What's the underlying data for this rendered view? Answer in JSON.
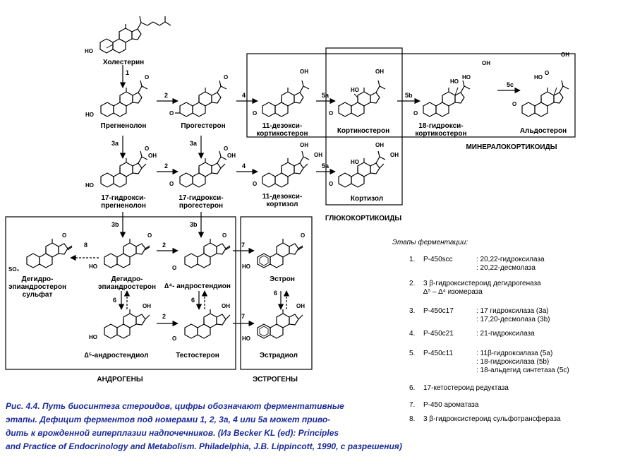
{
  "compounds": {
    "cholesterol": "Холестерин",
    "pregnenolone": "Прегненолон",
    "progesterone": "Прогестерон",
    "deoxycorticosterone": [
      "11-дезокси-",
      "кортикостерон"
    ],
    "corticosterone": "Кортикостерон",
    "hydroxycorticosterone18": [
      "18-гидрокси-",
      "кортикостерон"
    ],
    "aldosterone": "Альдостерон",
    "hydroxypregnenolone17": [
      "17-гидрокси-",
      "прегненолон"
    ],
    "hydroxyprogesterone17": [
      "17-гидрокси-",
      "прогестерон"
    ],
    "deoxycortisol": [
      "11-дезокси-",
      "кортизол"
    ],
    "cortisol": "Кортизол",
    "dheas": [
      "Дегидро-",
      "эпиандростерон",
      "сульфат"
    ],
    "dhea": [
      "Дегидро-",
      "эпиандростерон"
    ],
    "androstenedione": "∆⁴- андростендион",
    "estrone": "Эстрон",
    "androstenediol": "∆⁵-андростендиол",
    "testosterone": "Тестостерон",
    "estradiol": "Эстрадиол"
  },
  "groups": {
    "mineralocorticoids": "МИНЕРАЛОКОРТИКОИДЫ",
    "glucocorticoids": "ГЛЮКОКОРТИКОИДЫ",
    "androgens": "АНДРОГЕНЫ",
    "estrogens": "ЭСТРОГЕНЫ"
  },
  "steps": {
    "s1": "1",
    "s2": "2",
    "s3a": "3a",
    "s3b": "3b",
    "s4": "4",
    "s5a": "5a",
    "s5b": "5b",
    "s5c": "5c",
    "s6": "6",
    "s7": "7",
    "s8": "8"
  },
  "atoms": {
    "ho": "HO",
    "o": "O",
    "oh": "OH",
    "so3": "SO₃"
  },
  "legend": {
    "title": "Этапы ферментации:",
    "items": [
      {
        "n": "1.",
        "enzyme": "P-450scc",
        "lines": [
          ": 20,22-гидроксилаза",
          ": 20,22-десмолаза"
        ]
      },
      {
        "n": "2.",
        "enzyme": "3 β-гидроксистероид дегидрогеназа",
        "lines": [
          "∆⁵ – ∆⁴  изомераза"
        ]
      },
      {
        "n": "3.",
        "enzyme": "P-450c17",
        "lines": [
          ": 17 гидроксилаза (3а)",
          ": 17,20-десмолаза (3b)"
        ]
      },
      {
        "n": "4.",
        "enzyme": "P-450c21",
        "lines": [
          ": 21-гидроксилаза"
        ]
      },
      {
        "n": "5.",
        "enzyme": "P-450c11",
        "lines": [
          ": 11β-гидроксилаза (5а)",
          ": 18-гидроксилаза (5b)",
          ": 18-альдегид синтетаза (5c)"
        ]
      },
      {
        "n": "6.",
        "enzyme": "17-кетостероид редуктаза",
        "lines": []
      },
      {
        "n": "7.",
        "enzyme": "P-450 ароматаза",
        "lines": []
      },
      {
        "n": "8.",
        "enzyme": "3 β-гидроксистероид сульфотрансфераза",
        "lines": []
      }
    ]
  },
  "caption": [
    "Рис. 4.4. Путь биосинтеза стероидов, цифры обозначают ферментативные",
    "этапы.    Дефицит ферментов под номерами 1, 2, 3а,  4 или 5а может приво-",
    "дить к врожденной гиперплазии надпочечников.   (Из Becker KL (ed): Principles",
    "and Practice of  Endocrinology and Metabolism. Philadelphia, J.B. Lippincott, 1990, с разрешения)"
  ]
}
